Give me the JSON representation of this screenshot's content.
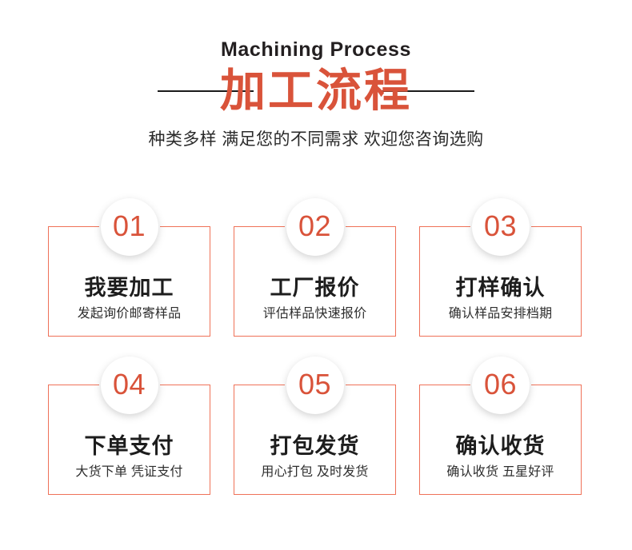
{
  "header": {
    "eyebrow": "Machining Process",
    "title_cn": "加工流程",
    "subtitle": "种类多样 满足您的不同需求 欢迎您咨询选购",
    "accent_color": "#d9533a",
    "rule_color": "#1a1a1a"
  },
  "theme": {
    "card_border_color": "#ef7158",
    "badge_number_color": "#d9533a",
    "text_color": "#1d1d1d",
    "background": "#ffffff"
  },
  "steps": [
    {
      "number": "01",
      "title": "我要加工",
      "desc": "发起询价邮寄样品"
    },
    {
      "number": "02",
      "title": "工厂报价",
      "desc": "评估样品快速报价"
    },
    {
      "number": "03",
      "title": "打样确认",
      "desc": "确认样品安排档期"
    },
    {
      "number": "04",
      "title": "下单支付",
      "desc": "大货下单 凭证支付"
    },
    {
      "number": "05",
      "title": "打包发货",
      "desc": "用心打包 及时发货"
    },
    {
      "number": "06",
      "title": "确认收货",
      "desc": "确认收货 五星好评"
    }
  ]
}
